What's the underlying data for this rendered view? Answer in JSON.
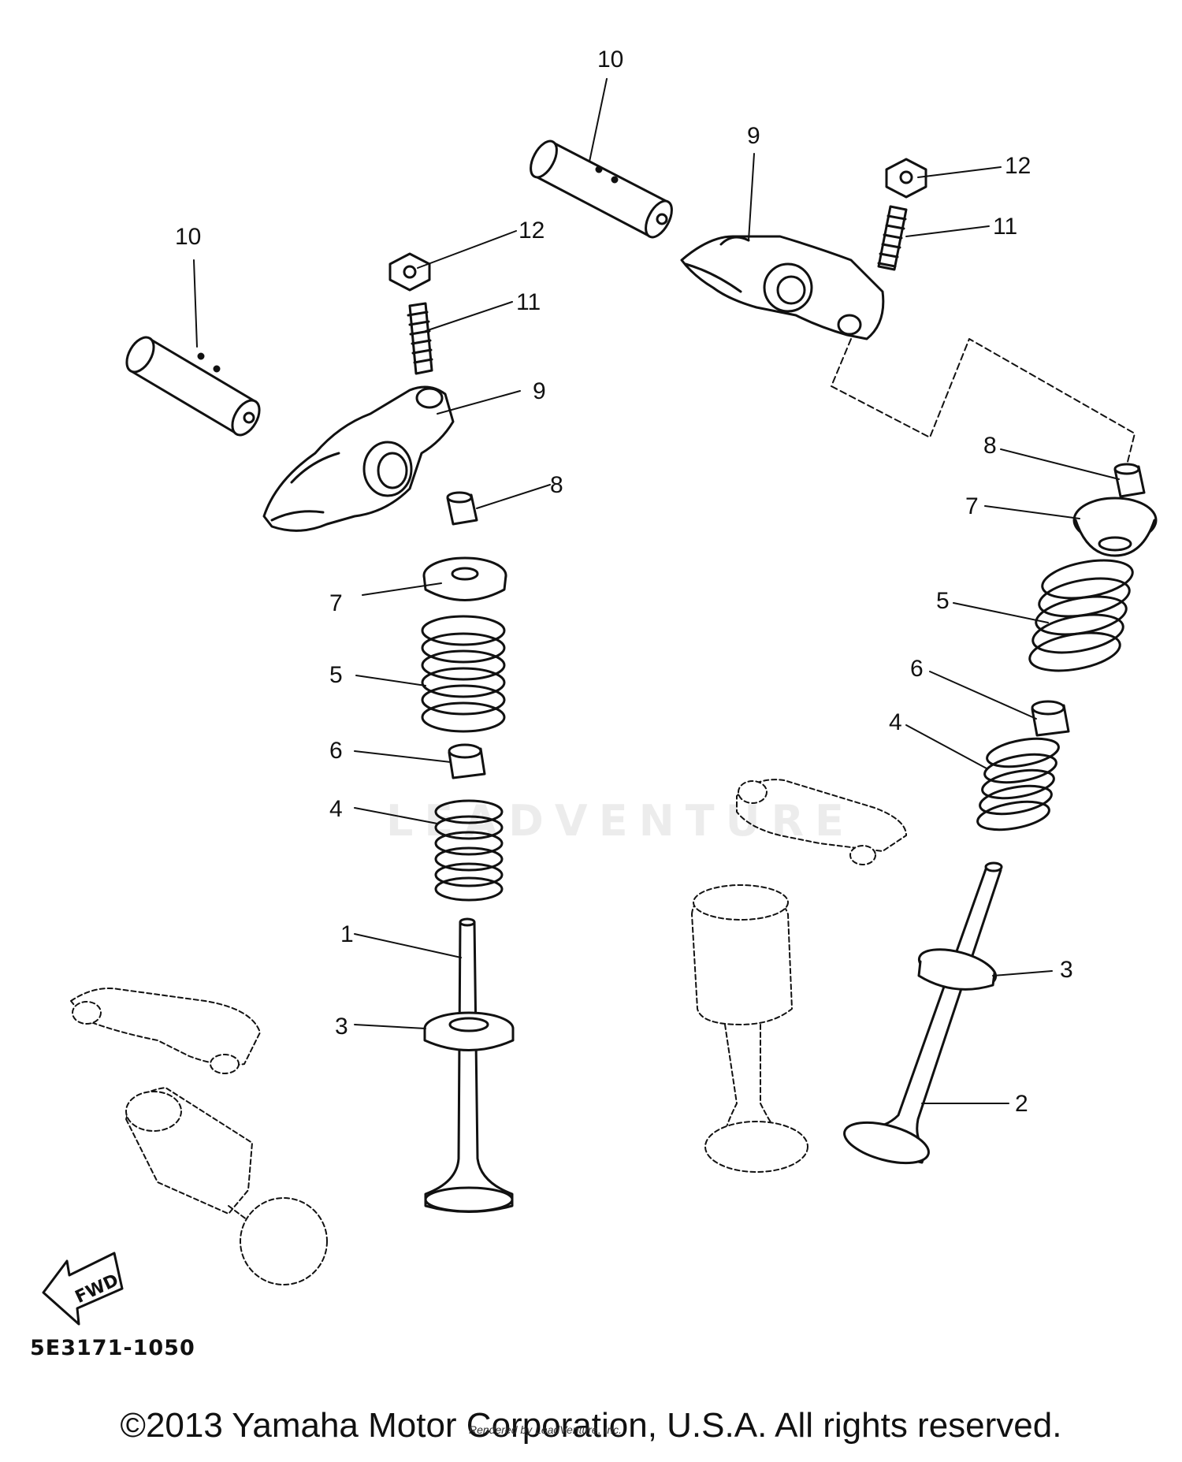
{
  "callouts": {
    "c1": "1",
    "c2": "2",
    "c3a": "3",
    "c3b": "3",
    "c4a": "4",
    "c4b": "4",
    "c5a": "5",
    "c5b": "5",
    "c6a": "6",
    "c6b": "6",
    "c7a": "7",
    "c7b": "7",
    "c8a": "8",
    "c8b": "8",
    "c9a": "9",
    "c9b": "9",
    "c10a": "10",
    "c10b": "10",
    "c11a": "11",
    "c11b": "11",
    "c12a": "12",
    "c12b": "12"
  },
  "fwd_label": "FWD",
  "part_code": "5E3171-1050",
  "watermark": "LEADVENTURE",
  "credit": "Rendered by LeadVenture, Inc.",
  "copyright": "©2013 Yamaha Motor Corporation, U.S.A. All rights reserved."
}
